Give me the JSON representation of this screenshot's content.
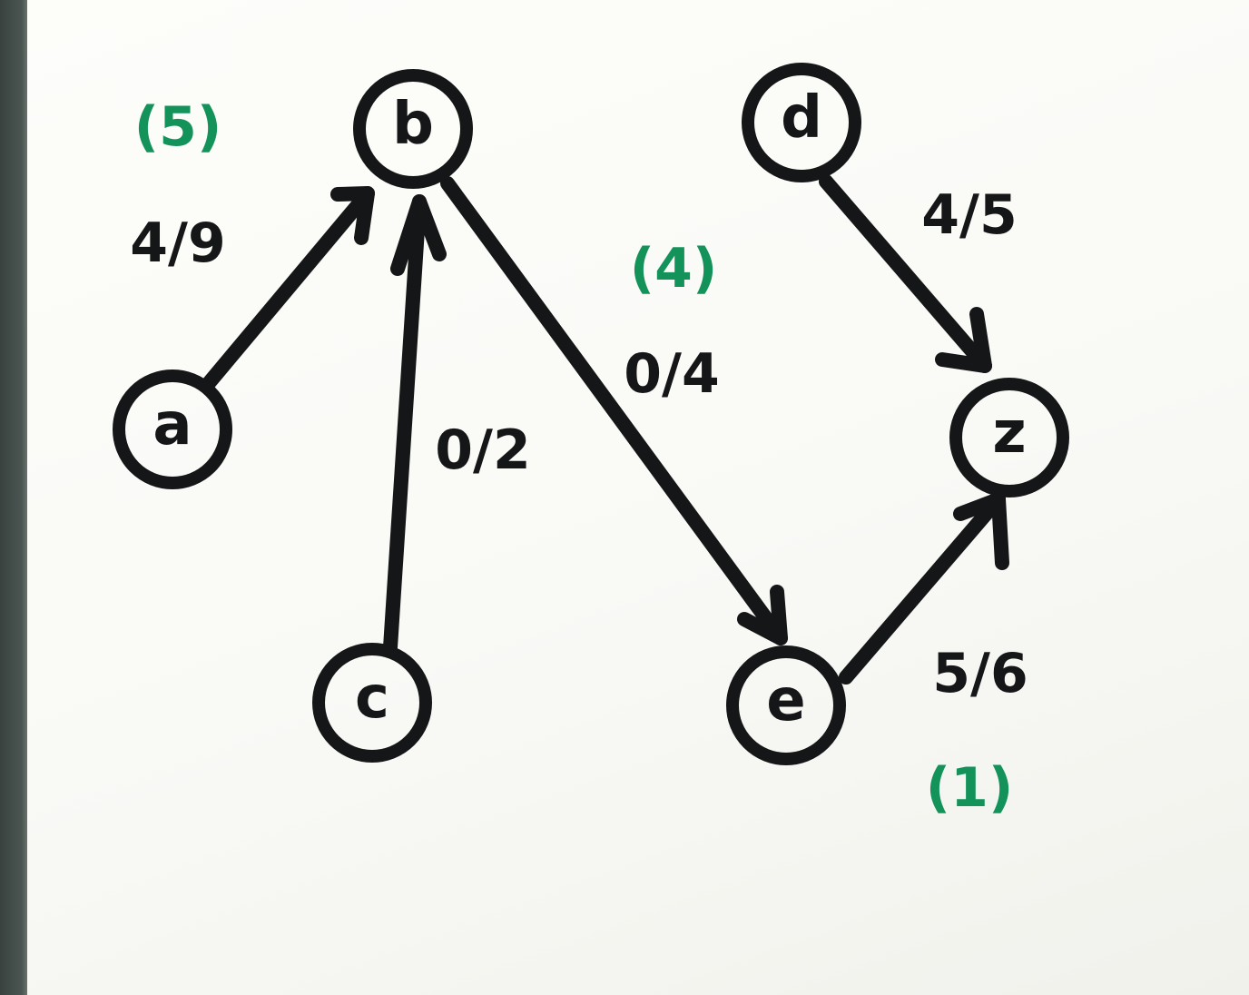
{
  "graph": {
    "nodes": [
      {
        "id": "a",
        "label": "a"
      },
      {
        "id": "b",
        "label": "b"
      },
      {
        "id": "c",
        "label": "c"
      },
      {
        "id": "d",
        "label": "d"
      },
      {
        "id": "e",
        "label": "e"
      },
      {
        "id": "z",
        "label": "z"
      }
    ],
    "edges": [
      {
        "from": "a",
        "to": "b",
        "label": "4/9",
        "residual": "(5)"
      },
      {
        "from": "c",
        "to": "b",
        "label": "0/2",
        "residual": ""
      },
      {
        "from": "b",
        "to": "e",
        "label": "0/4",
        "residual": "(4)"
      },
      {
        "from": "d",
        "to": "z",
        "label": "4/5",
        "residual": ""
      },
      {
        "from": "e",
        "to": "z",
        "label": "5/6",
        "residual": "(1)"
      }
    ]
  },
  "colors": {
    "ink": "#151618",
    "annotation": "#13935a",
    "paper": "#fbfbf8"
  }
}
